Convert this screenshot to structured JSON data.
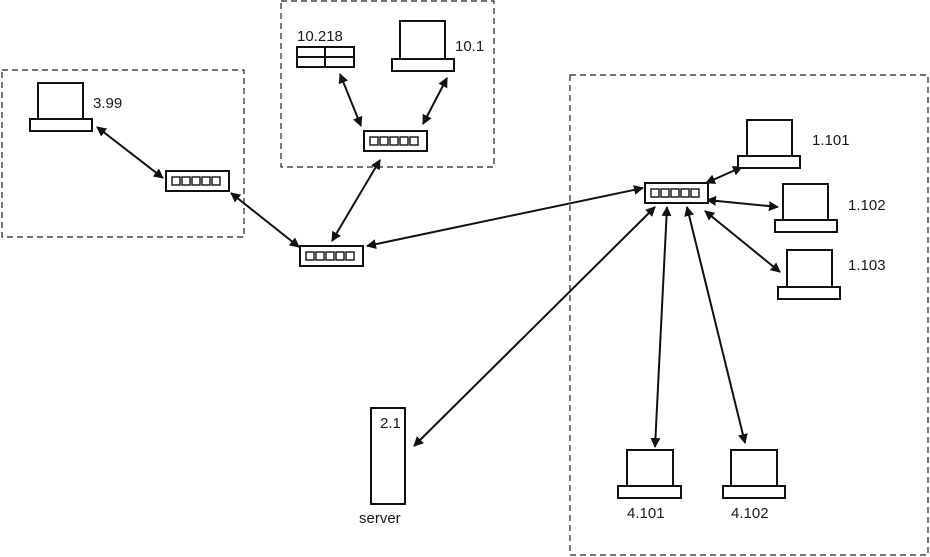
{
  "diagram": {
    "nodes": {
      "pc_3_99": "3.99",
      "dev_10_218": "10.218",
      "pc_10_1": "10.1",
      "pc_1_101": "1.101",
      "pc_1_102": "1.102",
      "pc_1_103": "1.103",
      "pc_4_101": "4.101",
      "pc_4_102": "4.102",
      "server_addr": "2.1",
      "server_name": "server"
    },
    "links": [
      [
        "pc_3_99",
        "switch_left"
      ],
      [
        "switch_left",
        "switch_center"
      ],
      [
        "dev_10_218",
        "switch_top"
      ],
      [
        "pc_10_1",
        "switch_top"
      ],
      [
        "switch_top",
        "switch_center"
      ],
      [
        "switch_center",
        "switch_right"
      ],
      [
        "switch_right",
        "server"
      ],
      [
        "switch_right",
        "pc_1_101"
      ],
      [
        "switch_right",
        "pc_1_102"
      ],
      [
        "switch_right",
        "pc_1_103"
      ],
      [
        "switch_right",
        "pc_4_101"
      ],
      [
        "switch_right",
        "pc_4_102"
      ]
    ]
  }
}
